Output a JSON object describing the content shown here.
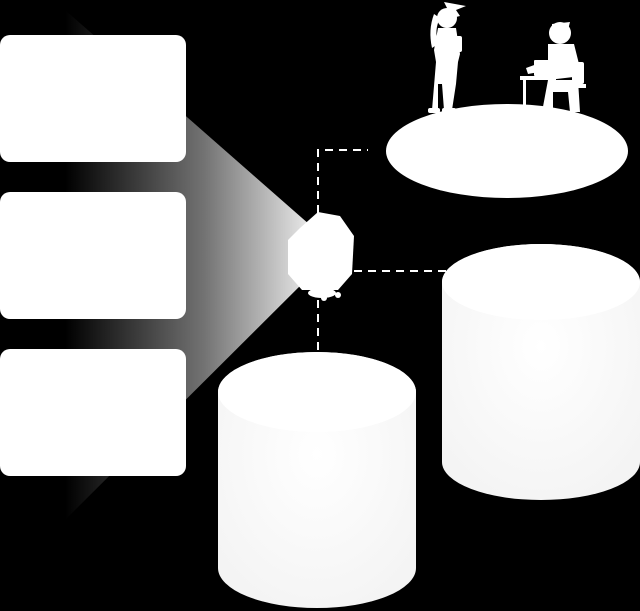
{
  "diagram": {
    "background": "#000000",
    "foreground": "#ffffff",
    "connector_style": "dashed",
    "panels": [
      {
        "id": "panel-top",
        "text": ""
      },
      {
        "id": "panel-middle",
        "text": ""
      },
      {
        "id": "panel-bottom",
        "text": ""
      }
    ],
    "hub": {
      "icon": "hexagon-hub-icon",
      "text": ""
    },
    "people": {
      "icon": "two-people-meeting-icon"
    },
    "databases": [
      {
        "id": "database-right",
        "text": ""
      },
      {
        "id": "database-bottom",
        "text": ""
      }
    ]
  }
}
